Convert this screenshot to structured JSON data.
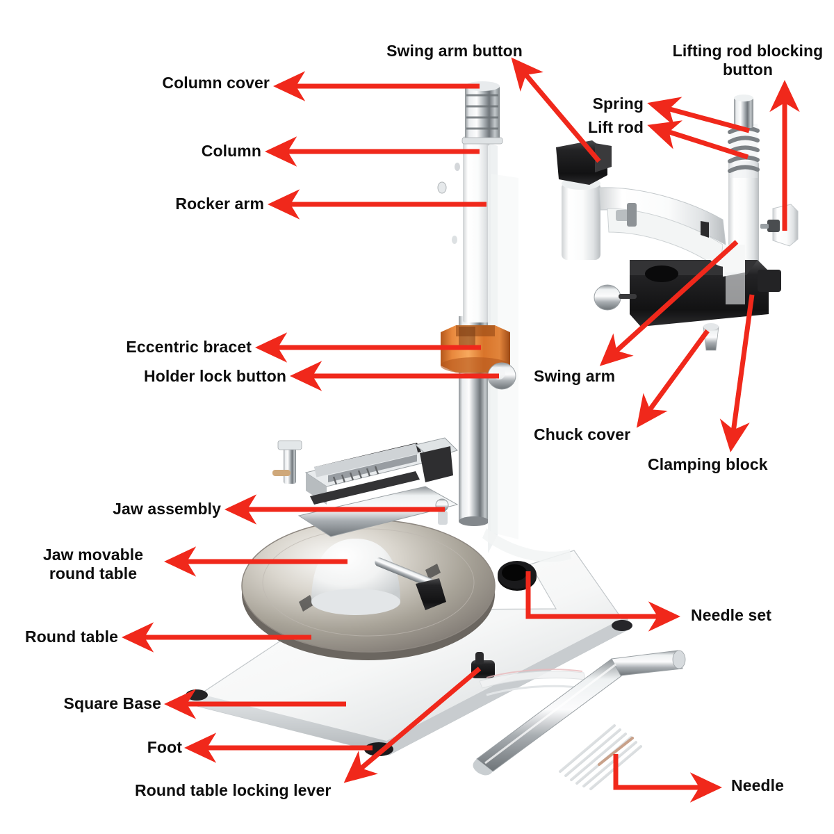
{
  "diagram": {
    "title": "Bench drill press parts callout diagram",
    "accent_color": "#f0281b",
    "text_color": "#0d0d0d",
    "background_color": "#ffffff"
  },
  "labels": [
    {
      "id": "swing-arm-button",
      "text": "Swing arm button"
    },
    {
      "id": "lifting-rod-blocking-button",
      "text": "Lifting rod blocking\nbutton"
    },
    {
      "id": "column-cover",
      "text": "Column cover"
    },
    {
      "id": "spring",
      "text": "Spring"
    },
    {
      "id": "lift-rod",
      "text": "Lift rod"
    },
    {
      "id": "column",
      "text": "Column"
    },
    {
      "id": "rocker-arm",
      "text": "Rocker arm"
    },
    {
      "id": "eccentric-bracet",
      "text": "Eccentric bracet"
    },
    {
      "id": "holder-lock-button",
      "text": "Holder lock button"
    },
    {
      "id": "swing-arm",
      "text": "Swing arm"
    },
    {
      "id": "chuck-cover",
      "text": "Chuck cover"
    },
    {
      "id": "clamping-block",
      "text": "Clamping block"
    },
    {
      "id": "jaw-assembly",
      "text": "Jaw assembly"
    },
    {
      "id": "jaw-movable-round-table",
      "text": "Jaw movable\nround table"
    },
    {
      "id": "needle-set",
      "text": "Needle set"
    },
    {
      "id": "round-table",
      "text": "Round table"
    },
    {
      "id": "square-base",
      "text": "Square Base"
    },
    {
      "id": "foot",
      "text": "Foot"
    },
    {
      "id": "round-table-locking-lever",
      "text": "Round table locking lever"
    },
    {
      "id": "needle",
      "text": "Needle"
    }
  ],
  "parts": {
    "column_cover": "ridged chrome cap",
    "column": "white cylindrical post",
    "rocker_arm": "chrome lower column shaft",
    "eccentric_bracet": "copper collar clamp",
    "holder_lock_button": "chrome knurled knob",
    "jaw_assembly": "chrome bench vise",
    "jaw_movable_round_table": "white dome pedestal",
    "round_table": "large steel disc",
    "square_base": "white square plate",
    "foot": "black rubber corner foot",
    "round_table_locking_lever": "black lever",
    "swing_arm": "white cast arm",
    "swing_arm_button": "black knob",
    "spring": "coil spring",
    "lift_rod": "chrome rod",
    "lifting_rod_blocking_button": "chrome plate button",
    "clamping_block": "black clamp body",
    "chuck_cover": "small chrome cone",
    "needle_set": "bagged drill bits",
    "needle": "bundle of thin drill bits",
    "hex_key": "L-shaped chrome allen wrench"
  }
}
